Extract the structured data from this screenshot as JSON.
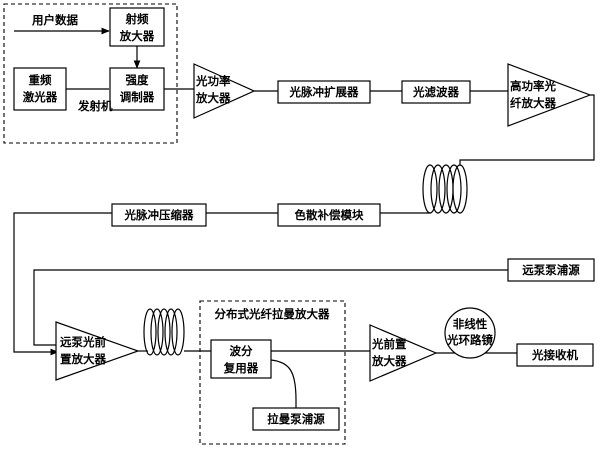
{
  "transmitter": {
    "label": "发射机",
    "user_data": "用户数据",
    "rf_amp": [
      "射频",
      "放大器"
    ],
    "laser": [
      "重频",
      "激光器"
    ],
    "modulator": [
      "强度",
      "调制器"
    ]
  },
  "row1": {
    "power_amp": [
      "光功率",
      "放大器"
    ],
    "stretcher": "光脉冲扩展器",
    "filter": "光滤波器",
    "hp_amp": [
      "高功率光",
      "纤放大器"
    ]
  },
  "row2": {
    "dispersion": "色散补偿模块",
    "compressor": "光脉冲压缩器"
  },
  "row3": {
    "remote_pump": "远泵泵浦源",
    "remote_preamp": [
      "远泵光前",
      "置放大器"
    ],
    "raman_group": "分布式光纤拉曼放大器",
    "wdm": [
      "波分",
      "复用器"
    ],
    "raman_pump": "拉曼泵浦源",
    "preamp": [
      "光前置",
      "放大器"
    ],
    "nolm": [
      "非线性",
      "光环路镜"
    ],
    "receiver": "光接收机"
  }
}
